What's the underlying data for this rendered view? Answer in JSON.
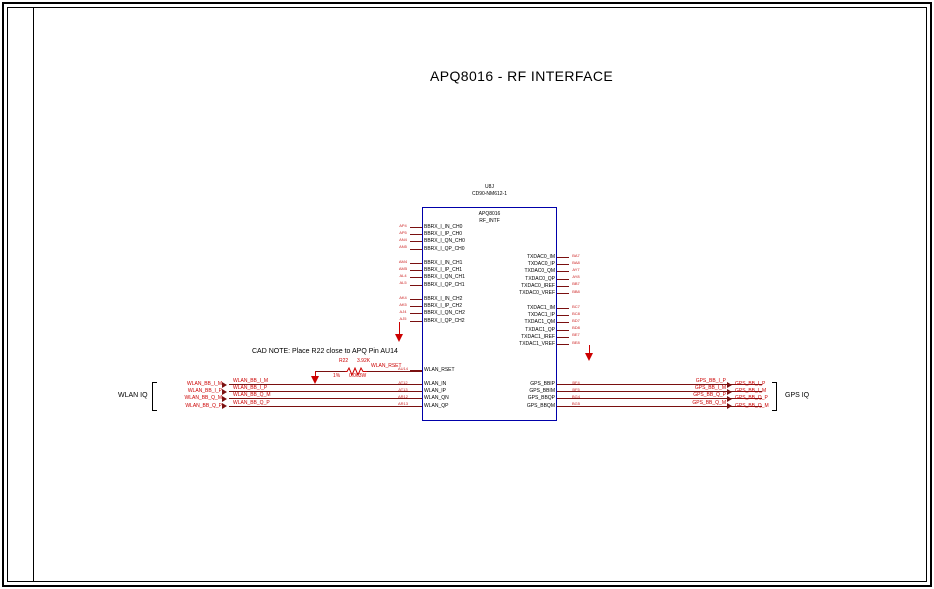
{
  "title": "APQ8016 - RF INTERFACE",
  "cad_note": "CAD NOTE: Place R22 close to APQ Pin AU14",
  "colors": {
    "ic_border": "#0000aa",
    "wire": "#7a1010",
    "net_label": "#cc0000"
  },
  "ic": {
    "refdes": "U8J",
    "part_number": "CD90-NM612-1",
    "device": "APQ8016",
    "block": "RF_INTF",
    "pins_ch0": [
      {
        "num": "AP4",
        "name": "BBRX_I_IN_CH0"
      },
      {
        "num": "AP5",
        "name": "BBRX_I_IP_CH0"
      },
      {
        "num": "AN4",
        "name": "BBRX_I_QN_CH0"
      },
      {
        "num": "AN5",
        "name": "BBRX_I_QP_CH0"
      }
    ],
    "pins_ch1": [
      {
        "num": "AM4",
        "name": "BBRX_I_IN_CH1"
      },
      {
        "num": "AM5",
        "name": "BBRX_I_IP_CH1"
      },
      {
        "num": "AL4",
        "name": "BBRX_I_QN_CH1"
      },
      {
        "num": "AL5",
        "name": "BBRX_I_QP_CH1"
      }
    ],
    "pins_ch2": [
      {
        "num": "AK4",
        "name": "BBRX_I_IN_CH2"
      },
      {
        "num": "AK5",
        "name": "BBRX_I_IP_CH2"
      },
      {
        "num": "AJ4",
        "name": "BBRX_I_QN_CH2"
      },
      {
        "num": "AJ5",
        "name": "BBRX_I_QP_CH2"
      }
    ],
    "pin_rset": [
      {
        "num": "AU14",
        "name": "WLAN_RSET"
      }
    ],
    "pins_wlan": [
      {
        "num": "AT12",
        "name": "WLAN_IN"
      },
      {
        "num": "AT13",
        "name": "WLAN_IP"
      },
      {
        "num": "AR12",
        "name": "WLAN_QN"
      },
      {
        "num": "AR13",
        "name": "WLAN_QP"
      }
    ],
    "pins_txdac0": [
      {
        "num": "BA7",
        "name": "TXDAC0_IM"
      },
      {
        "num": "BA8",
        "name": "TXDAC0_IP"
      },
      {
        "num": "AY7",
        "name": "TXDAC0_QM"
      },
      {
        "num": "AY8",
        "name": "TXDAC0_QP"
      },
      {
        "num": "BB7",
        "name": "TXDAC0_IREF"
      },
      {
        "num": "BB8",
        "name": "TXDAC0_VREF"
      }
    ],
    "pins_txdac1": [
      {
        "num": "BC7",
        "name": "TXDAC1_IM"
      },
      {
        "num": "BC8",
        "name": "TXDAC1_IP"
      },
      {
        "num": "BD7",
        "name": "TXDAC1_QM"
      },
      {
        "num": "BD8",
        "name": "TXDAC1_QP"
      },
      {
        "num": "BE7",
        "name": "TXDAC1_IREF"
      },
      {
        "num": "BE8",
        "name": "TXDAC1_VREF"
      }
    ],
    "pins_gps": [
      {
        "num": "BF4",
        "name": "GPS_BBIP"
      },
      {
        "num": "BF5",
        "name": "GPS_BBIM"
      },
      {
        "num": "BG4",
        "name": "GPS_BBQP"
      },
      {
        "num": "BG5",
        "name": "GPS_BBQM"
      }
    ]
  },
  "resistor": {
    "refdes": "R22",
    "value": "3.92K",
    "tolerance": "1%",
    "power": "0.063W",
    "net": "WLAN_RSET"
  },
  "wlan": {
    "group_label": "WLAN IQ",
    "nets": [
      "WLAN_BB_I_M",
      "WLAN_BB_I_P",
      "WLAN_BB_Q_M",
      "WLAN_BB_Q_P"
    ]
  },
  "gps": {
    "group_label": "GPS IQ",
    "nets": [
      "GPS_BB_I_P",
      "GPS_BB_I_M",
      "GPS_BB_Q_P",
      "GPS_BB_Q_M"
    ]
  }
}
